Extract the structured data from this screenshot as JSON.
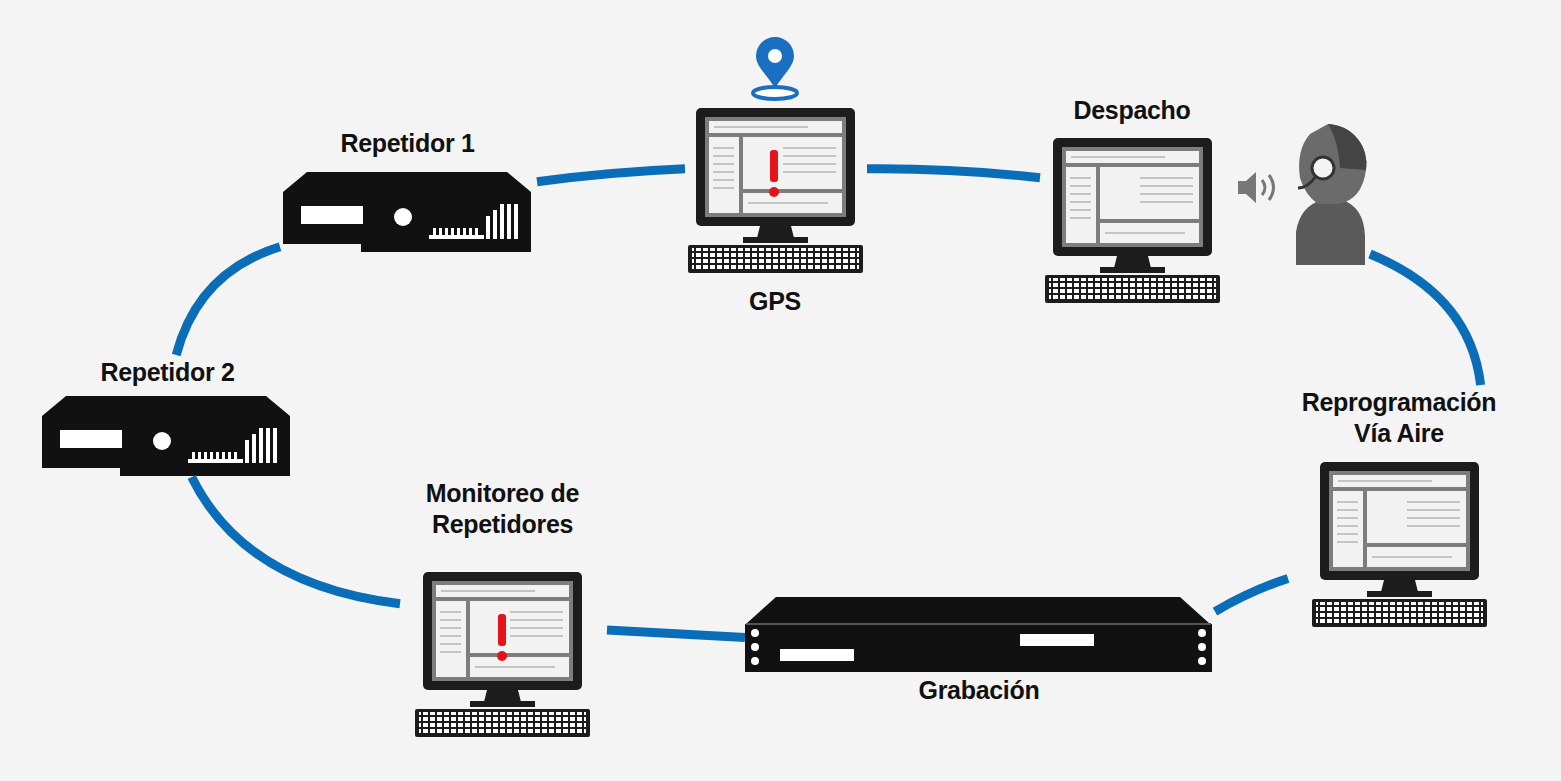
{
  "diagram": {
    "nodes": [
      {
        "text": [
          "Repetidor 1"
        ]
      },
      {
        "text": [
          "GPS"
        ]
      },
      {
        "text": [
          "Despacho"
        ]
      },
      {
        "text": [
          "Repetidor 2"
        ]
      },
      {
        "text": [
          "Reprogramación Vía Aire"
        ]
      },
      {
        "text": [
          "Monitoreo de Repetidores"
        ]
      },
      {
        "text": [
          "Grabación"
        ]
      }
    ],
    "edges": [
      {
        "from": 0,
        "to": 1,
        "arrow": "none"
      },
      {
        "from": 1,
        "to": 2,
        "arrow": "none"
      },
      {
        "from": 2,
        "to": 4,
        "arrow": "none"
      },
      {
        "from": 4,
        "to": 6,
        "arrow": "none"
      },
      {
        "from": 6,
        "to": 5,
        "arrow": "none"
      },
      {
        "from": 5,
        "to": 3,
        "arrow": "none"
      },
      {
        "from": 3,
        "to": 0,
        "arrow": "none"
      }
    ]
  }
}
